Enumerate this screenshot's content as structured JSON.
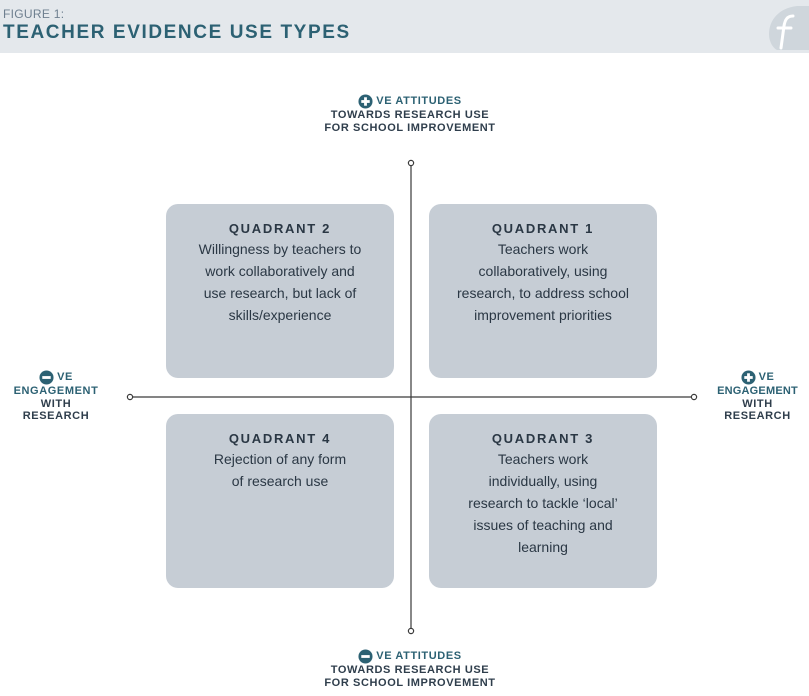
{
  "header": {
    "figure_label": "FIGURE 1:",
    "title": "TEACHER EVIDENCE USE TYPES",
    "logo_icon": "f-logo-icon"
  },
  "axes": {
    "top": {
      "sign_icon": "plus-circle-icon",
      "sign_text": "VE ATTITUDES",
      "line1": "TOWARDS RESEARCH USE",
      "line2": "FOR SCHOOL IMPROVEMENT"
    },
    "bottom": {
      "sign_icon": "minus-circle-icon",
      "sign_text": "VE ATTITUDES",
      "line1": "TOWARDS RESEARCH USE",
      "line2": "FOR SCHOOL IMPROVEMENT"
    },
    "left": {
      "sign_icon": "minus-circle-icon",
      "sign_text": "VE",
      "line1": "ENGAGEMENT",
      "line2": "WITH",
      "line3": "RESEARCH"
    },
    "right": {
      "sign_icon": "plus-circle-icon",
      "sign_text": "VE",
      "line1": "ENGAGEMENT",
      "line2": "WITH",
      "line3": "RESEARCH"
    }
  },
  "quadrants": {
    "q2": {
      "title": "QUADRANT 2",
      "lines": [
        "Willingness by teachers to",
        "work collaboratively and",
        "use research, but lack of",
        "skills/experience"
      ]
    },
    "q1": {
      "title": "QUADRANT 1",
      "lines": [
        "Teachers work",
        "collaboratively, using",
        "research, to address school",
        "improvement priorities"
      ]
    },
    "q4": {
      "title": "QUADRANT 4",
      "lines": [
        "Rejection of any form",
        "of research use"
      ]
    },
    "q3": {
      "title": "QUADRANT 3",
      "lines": [
        "Teachers work",
        "individually, using",
        "research to tackle ‘local’",
        "issues of teaching and",
        "learning"
      ]
    }
  },
  "colors": {
    "header_bg": "#e4e8ec",
    "title": "#2c6173",
    "quadrant_bg": "#c6cdd5",
    "axis_line": "#3a3a3a"
  }
}
